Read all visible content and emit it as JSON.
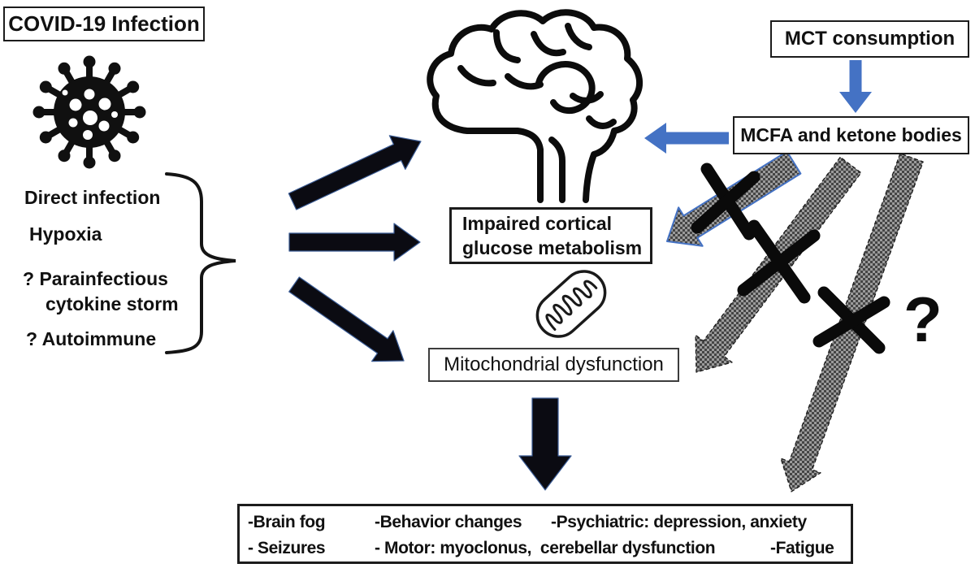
{
  "title_box": {
    "label": "COVID-19 Infection"
  },
  "causes": {
    "lines": [
      "Direct infection",
      "Hypoxia",
      "? Parainfectious",
      "cytokine storm",
      "? Autoimmune"
    ]
  },
  "mct_box": {
    "label": "MCT consumption"
  },
  "mcfa_box": {
    "label": "MCFA and ketone bodies"
  },
  "impaired_box": {
    "line1": "Impaired cortical",
    "line2": "glucose metabolism"
  },
  "mito_box": {
    "label": "Mitochondrial dysfunction"
  },
  "outcomes": {
    "row1": [
      "-Brain fog",
      "-Behavior changes",
      "-Psychiatric: depression, anxiety"
    ],
    "row2": [
      "- Seizures",
      "- Motor: myoclonus,  cerebellar dysfunction",
      "-Fatigue"
    ]
  },
  "question_mark": "?",
  "icons": {
    "virus": "coronavirus-icon",
    "brain": "brain-icon",
    "mitochondria": "mitochondria-icon"
  },
  "colors": {
    "accent_blue": "#4472C4",
    "arrow_black": "#0b0b12",
    "gray_arrow_dark": "#454545",
    "gray_arrow_light": "#9b9b9b"
  }
}
